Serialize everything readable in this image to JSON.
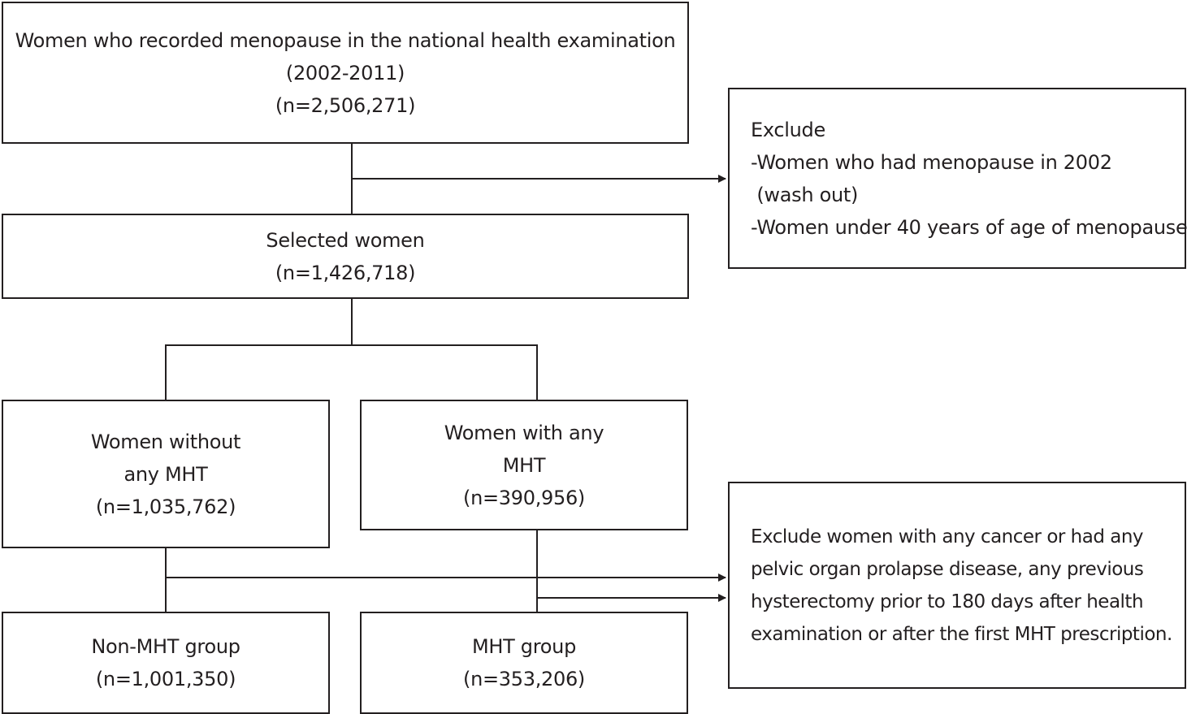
{
  "boxes": {
    "top": {
      "lines": [
        "Women who recorded menopause in the national health examination",
        "(2002-2011)",
        "(n=2,506,271)"
      ]
    },
    "exclude1": {
      "lines": [
        "Exclude",
        "-Women who had menopause in 2002",
        " (wash out)",
        "-Women under 40 years of age of menopause"
      ]
    },
    "selected": {
      "lines": [
        "Selected women",
        "(n=1,426,718)"
      ]
    },
    "without": {
      "lines": [
        "Women without",
        "any MHT",
        "(n=1,035,762)"
      ]
    },
    "with": {
      "lines": [
        "Women with any",
        "MHT",
        "(n=390,956)"
      ]
    },
    "exclude2": {
      "lines": [
        "Exclude women with any cancer or had any",
        "pelvic organ prolapse disease, any previous",
        "hysterectomy prior to 180 days after health",
        "examination or after the first MHT prescription."
      ]
    },
    "non_mht": {
      "lines": [
        "Non-MHT group",
        "(n=1,001,350)"
      ]
    },
    "mht": {
      "lines": [
        "MHT group",
        "(n=353,206)"
      ]
    }
  }
}
